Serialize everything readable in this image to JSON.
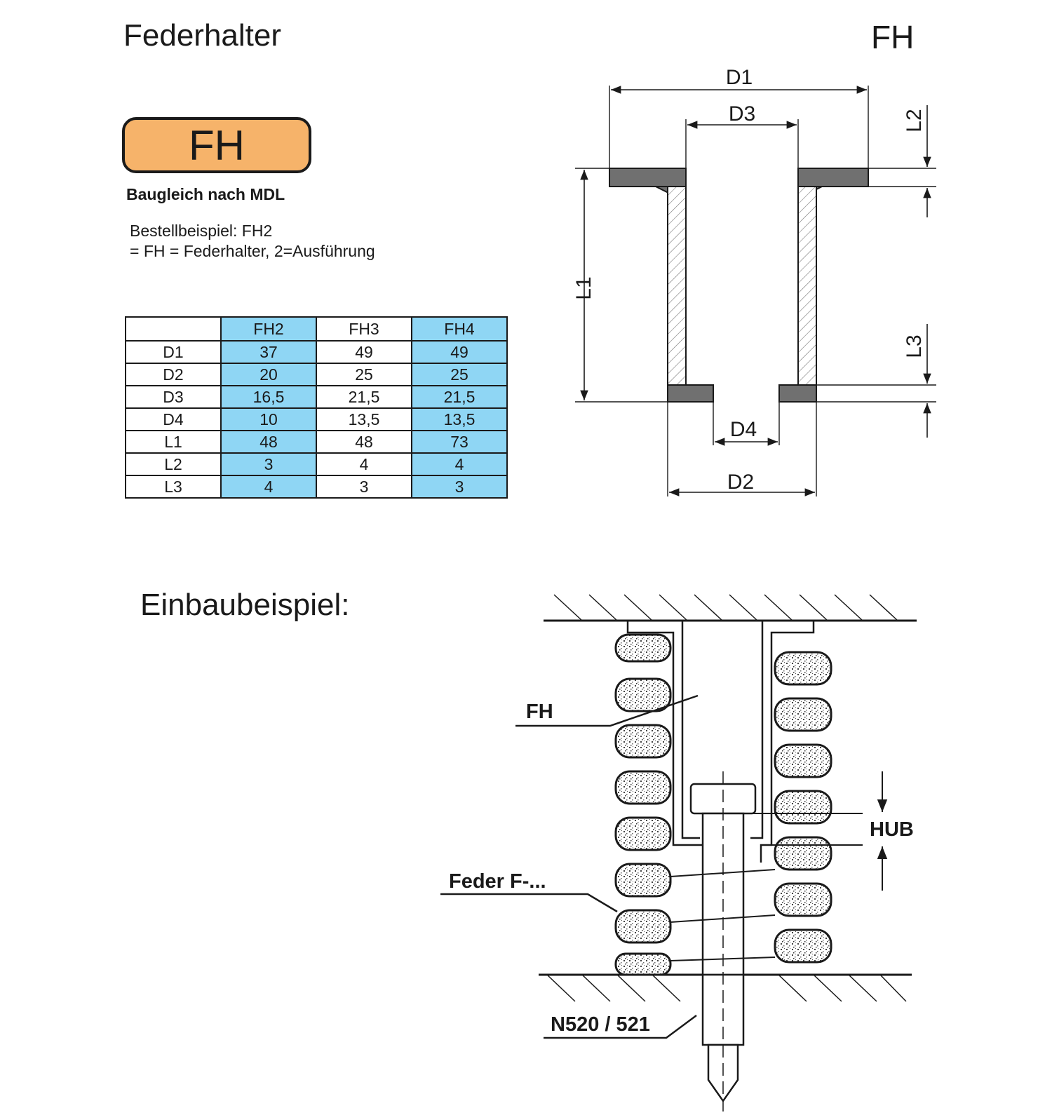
{
  "header": {
    "title": "Federhalter",
    "code": "FH"
  },
  "badge": {
    "label": "FH",
    "color": "#f6b36a"
  },
  "compat_note": "Baugleich nach MDL",
  "order_example": {
    "line1": "Bestellbeispiel: FH2",
    "line2": "= FH = Federhalter, 2=Ausführung"
  },
  "table": {
    "columns": [
      "FH2",
      "FH3",
      "FH4"
    ],
    "highlight_color": "#8fd6f4",
    "rows": [
      {
        "label": "D1",
        "values": [
          "37",
          "49",
          "49"
        ]
      },
      {
        "label": "D2",
        "values": [
          "20",
          "25",
          "25"
        ]
      },
      {
        "label": "D3",
        "values": [
          "16,5",
          "21,5",
          "21,5"
        ]
      },
      {
        "label": "D4",
        "values": [
          "10",
          "13,5",
          "13,5"
        ]
      },
      {
        "label": "L1",
        "values": [
          "48",
          "48",
          "73"
        ]
      },
      {
        "label": "L2",
        "values": [
          "3",
          "4",
          "4"
        ]
      },
      {
        "label": "L3",
        "values": [
          "4",
          "3",
          "3"
        ]
      }
    ]
  },
  "drawing": {
    "labels": {
      "d1": "D1",
      "d2": "D2",
      "d3": "D3",
      "d4": "D4",
      "l1": "L1",
      "l2": "L2",
      "l3": "L3"
    }
  },
  "installation": {
    "title": "Einbaubeispiel:",
    "labels": {
      "holder": "FH",
      "stroke": "HUB",
      "spring": "Feder F-...",
      "screw": "N520 / 521"
    }
  }
}
